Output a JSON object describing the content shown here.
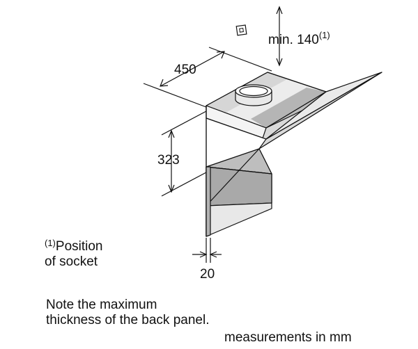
{
  "dimensions": {
    "width_value": "450",
    "height_value": "323",
    "socket_prefix": "min. 140",
    "socket_marker": "(1)",
    "panel_thickness": "20"
  },
  "footnote": {
    "marker": "(1)",
    "line1": "Position",
    "line2": "of socket"
  },
  "note": {
    "line1": "Note the maximum",
    "line2": "thickness of the back panel."
  },
  "units": "measurements in mm",
  "colors": {
    "line": "#111111",
    "body_fill": "#ffffff",
    "shade_light": "#e4e4e4",
    "shade_mid": "#c9c9c9",
    "shade_dark": "#9d9d9d"
  }
}
